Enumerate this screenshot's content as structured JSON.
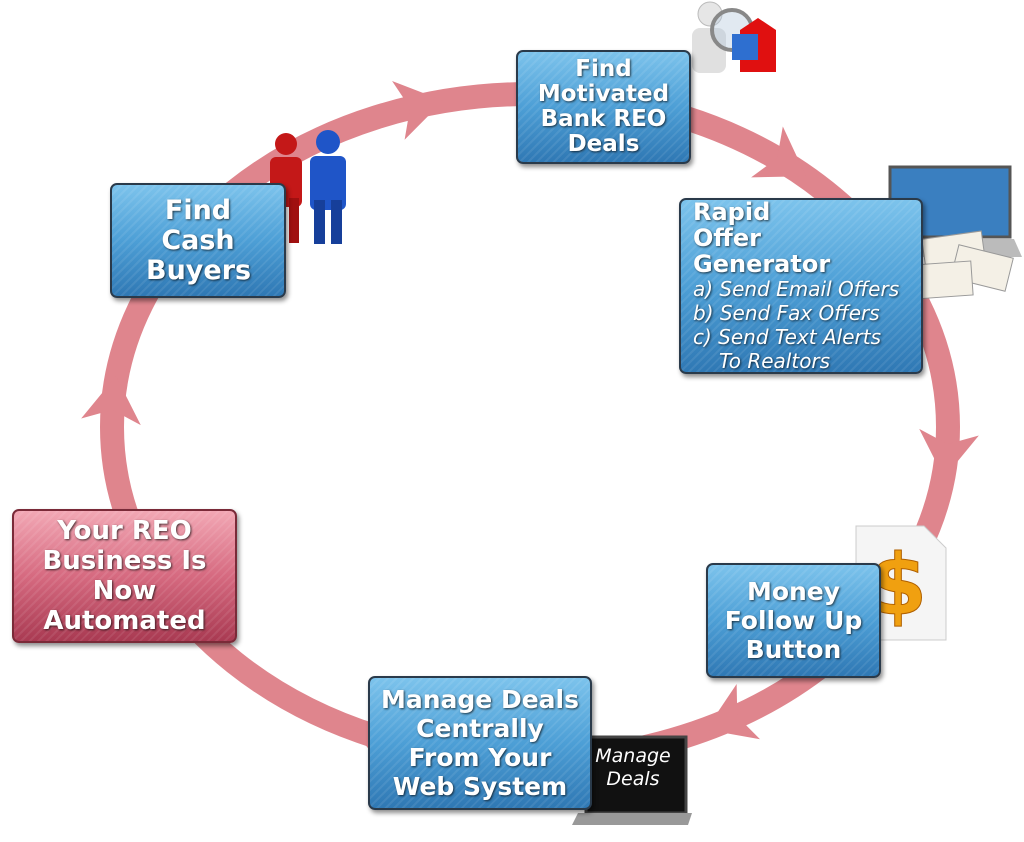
{
  "steps": {
    "find_deals": {
      "title": "Find Motivated Bank REO Deals"
    },
    "rapid_offer": {
      "title": "Rapid Offer Generator",
      "items": [
        "a) Send Email Offers",
        "b) Send Fax Offers",
        "c) Send Text Alerts",
        "To Realtors"
      ]
    },
    "money_follow_up": {
      "title": "Money Follow Up Button"
    },
    "manage_deals": {
      "title": "Manage Deals Centrally From Your Web System"
    },
    "automated": {
      "title": "Your REO Business Is Now Automated"
    },
    "cash_buyers": {
      "title": "Find Cash Buyers"
    }
  },
  "laptop_screen": {
    "line1": "Manage",
    "line2": "Deals"
  },
  "colors": {
    "ring": "#df858d",
    "box_blue": "#4d9fd6",
    "box_pink": "#d66a80"
  }
}
